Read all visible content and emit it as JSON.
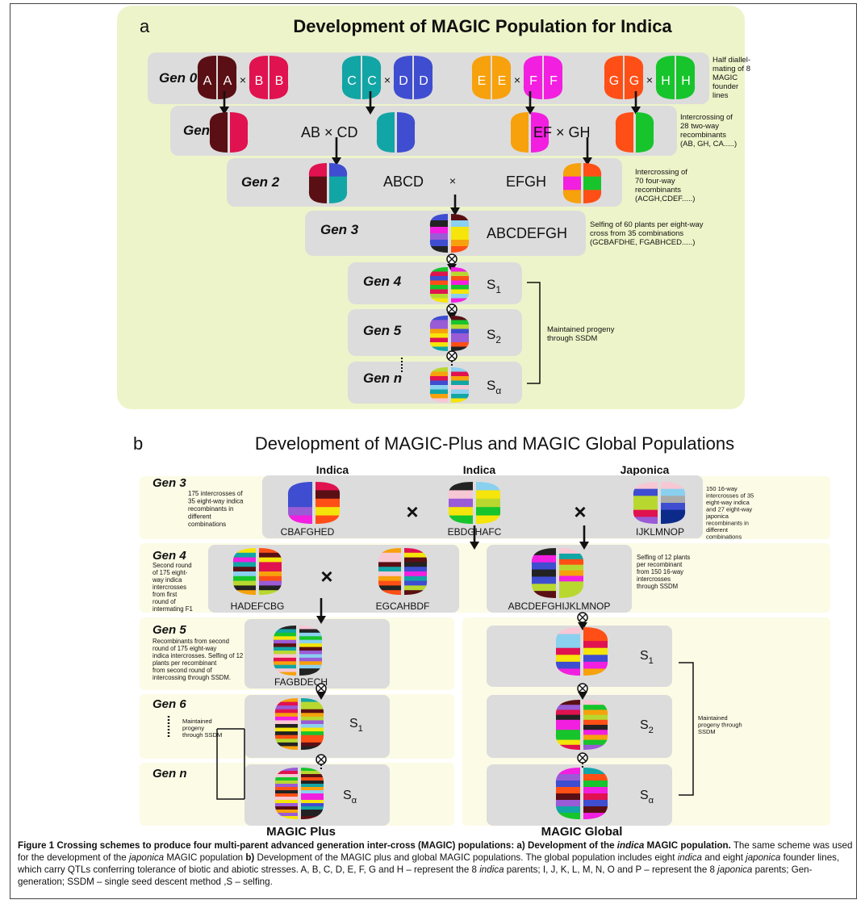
{
  "panel_a": {
    "letter": "a",
    "title": "Development of MAGIC Population for Indica",
    "gen_labels": [
      "Gen 0",
      "Gen 1",
      "Gen 2",
      "Gen 3",
      "Gen 4",
      "Gen 5",
      "Gen n"
    ],
    "founders": [
      "A",
      "B",
      "C",
      "D",
      "E",
      "F",
      "G",
      "H"
    ],
    "cross_symbol": "×",
    "gen1_crosses": [
      "AB × CD",
      "EF × GH"
    ],
    "gen2_cross": [
      "ABCD",
      "×",
      "EFGH"
    ],
    "gen3_label": "ABCDEFGH",
    "s_labels": [
      "S",
      "S",
      "S"
    ],
    "s_subs": [
      "1",
      "2",
      "α"
    ],
    "notes": [
      [
        "Half diallel-",
        "mating of 8",
        "MAGIC",
        "founder",
        "lines"
      ],
      [
        "Intercrossing of",
        "28 two-way",
        "recombinants",
        "(AB, GH, CA.....)"
      ],
      [
        "Intercrossing of",
        "70 four-way",
        "recombinants",
        "(ACGH,CDEF.....)"
      ],
      [
        "Selfing of 60 plants per eight-way",
        "cross from 35 combinations",
        "(GCBAFDHE, FGABHCED.....)"
      ],
      [
        "Maintained progeny",
        "through SSDM"
      ]
    ]
  },
  "panel_b": {
    "letter": "b",
    "title": "Development of MAGIC-Plus and MAGIC Global Populations",
    "col_headers": [
      "Indica",
      "Indica",
      "Japonica"
    ],
    "gen_labels": [
      "Gen 3",
      "Gen 4",
      "Gen 5",
      "Gen 6",
      "Gen n"
    ],
    "cross_symbol": "×",
    "gen3_names": [
      "CBAFGHED",
      "EBDGHAFC",
      "IJKLMNOP"
    ],
    "gen4_names": [
      "HADEFCBG",
      "EGCAHBDF",
      "ABCDEFGHIJKLMNOP"
    ],
    "gen5_name": "FAGBDECH",
    "s_labels": [
      "S",
      "S",
      "S",
      "S",
      "S"
    ],
    "s_subs": [
      "1",
      "α",
      "1",
      "2",
      "α"
    ],
    "bottom_labels": [
      "MAGIC Plus",
      "MAGIC Global"
    ],
    "notes": [
      [
        "175 intercrosses of",
        "35 eight-way indica",
        "recombinants in",
        "different",
        "combinations"
      ],
      [
        "150 16-way",
        "intercrosses of 35",
        "eight-way indica",
        "and 27 eight-way",
        "japonica",
        "recombinants in",
        "different",
        "combinations"
      ],
      [
        "Second round",
        "of 175 eight-",
        "way indica",
        "intercrosses",
        "from first",
        "round of",
        "intermating F1"
      ],
      [
        "Selfing of 12 plants",
        "per recombinant",
        "from 150 16-way",
        "intercrosses",
        "through SSDM"
      ],
      [
        "Recombinants from second",
        "round of 175 eight-way",
        "indica intercrosses. Selfing of 12",
        "plants per recombinant",
        "from second round of",
        "intercossing through SSDM."
      ],
      [
        "Maintained",
        "progeny",
        "through SSDM"
      ],
      [
        "Maintained",
        "progeny through",
        "SSDM"
      ]
    ]
  },
  "caption": {
    "bold_1": "Figure 1 Crossing schemes to produce four multi-parent advanced generation inter-cross (MAGIC) populations: a) Development of the",
    "bold_italic_2": "indica",
    "bold_3": " MAGIC population.",
    "text_4": " The same scheme was used for the development of the ",
    "italic_5": "japonica",
    "text_6": " MAGIC population ",
    "bold_7": "b)",
    "text_8": " Development of the MAGIC plus and global MAGIC populations. The global population includes eight ",
    "italic_9": "indica",
    "text_10": " and eight ",
    "italic_11": "japonica",
    "text_12": " founder lines, which carry QTLs conferring tolerance of biotic and abiotic stresses. A, B, C, D, E, F, G and H – represent the 8 ",
    "italic_13": "indica",
    "text_14": " parents; I, J, K, L, M, N, O and P – represent the 8 ",
    "italic_15": "japonica",
    "text_16": " parents; Gen- generation; SSDM – single seed descent method ,S – selfing."
  },
  "colors": {
    "panel_a_bg": "#eef4c9",
    "panel_b_bg": "#fcfbe6",
    "box_gray": "#dcdcdc",
    "A": "#5a0f14",
    "B": "#e0124f",
    "C": "#12a5a5",
    "D": "#3f4dd0",
    "E": "#f7a10c",
    "F": "#f21fe0",
    "G": "#ff4f16",
    "H": "#17c42c"
  },
  "icons": [
    "down-arrow-icon",
    "selfing-symbol-icon",
    "cross-icon"
  ]
}
